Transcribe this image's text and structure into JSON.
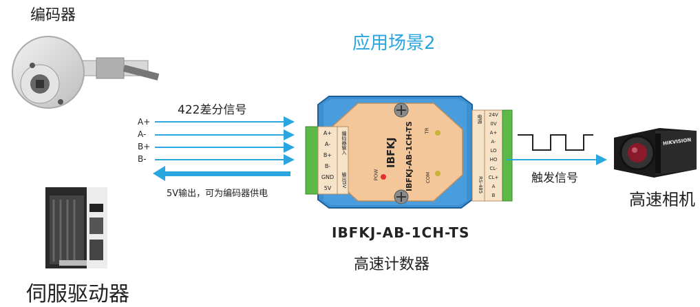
{
  "labels": {
    "encoder": "编码器",
    "servo_driver": "伺服驱动器",
    "scene": "应用场景2",
    "differential": "422差分信号",
    "power_out": "5V输出，可为编码器供电",
    "model": "IBFKJ-AB-1CH-TS",
    "counter": "高速计数器",
    "trigger": "触发信号",
    "camera": "高速相机"
  },
  "signals": [
    "A+",
    "A-",
    "B+",
    "B-"
  ],
  "device": {
    "brand": "IBFKJ",
    "model_vertical": "IBFKJ-AB-1CH-TS",
    "led_pow": "POW",
    "led_tr": "TR",
    "led_com": "COM",
    "left_pins": [
      "A+",
      "A-",
      "B+",
      "B-",
      "GND",
      "5V"
    ],
    "left_side_text": "编码器输入",
    "left_side_text2": "输出5V",
    "right_pins": [
      "24V",
      "0V",
      "A+",
      "A-",
      "LO",
      "HO",
      "CL-",
      "CL+",
      "A",
      "B"
    ],
    "right_side_text": "电源",
    "right_side_text2": "RS-485"
  },
  "camera_brand": "HIKVISION",
  "colors": {
    "accent": "#29a6e0",
    "device_blue": "#3c8fd0",
    "device_face": "#f4c79a",
    "terminal": "#5db848"
  }
}
